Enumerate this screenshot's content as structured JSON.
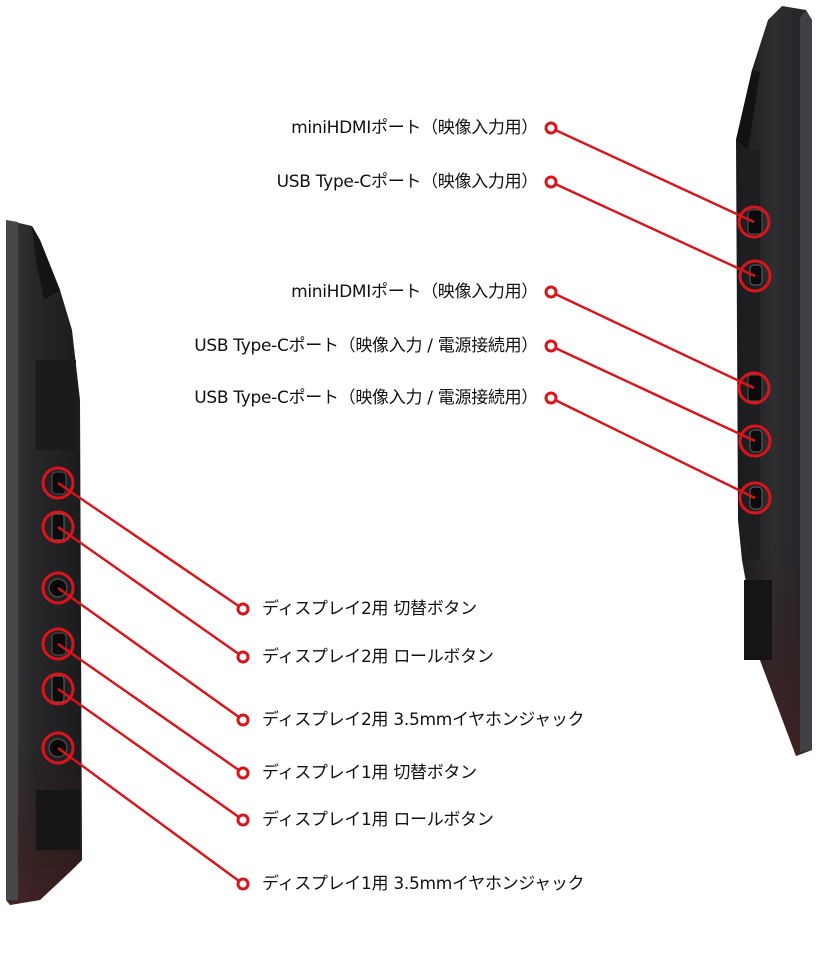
{
  "colors": {
    "callout": "#d9141b",
    "device_body": "#2b2b2d",
    "device_edge": "#3b3b3e",
    "device_dark": "#161617",
    "device_bottom_tint": "#3a1d1d"
  },
  "right_device": {
    "callouts": [
      {
        "label": "miniHDMIポート（映像入力用）"
      },
      {
        "label": "USB Type-Cポート（映像入力用）"
      },
      {
        "label": "miniHDMIポート（映像入力用）"
      },
      {
        "label": "USB Type-Cポート（映像入力 / 電源接続用）"
      },
      {
        "label": "USB Type-Cポート（映像入力 / 電源接続用）"
      }
    ]
  },
  "left_device": {
    "callouts": [
      {
        "label": "ディスプレイ2用 切替ボタン"
      },
      {
        "label": "ディスプレイ2用 ロールボタン"
      },
      {
        "label": "ディスプレイ2用 3.5mmイヤホンジャック"
      },
      {
        "label": "ディスプレイ1用 切替ボタン"
      },
      {
        "label": "ディスプレイ1用 ロールボタン"
      },
      {
        "label": "ディスプレイ1用 3.5mmイヤホンジャック"
      }
    ]
  }
}
